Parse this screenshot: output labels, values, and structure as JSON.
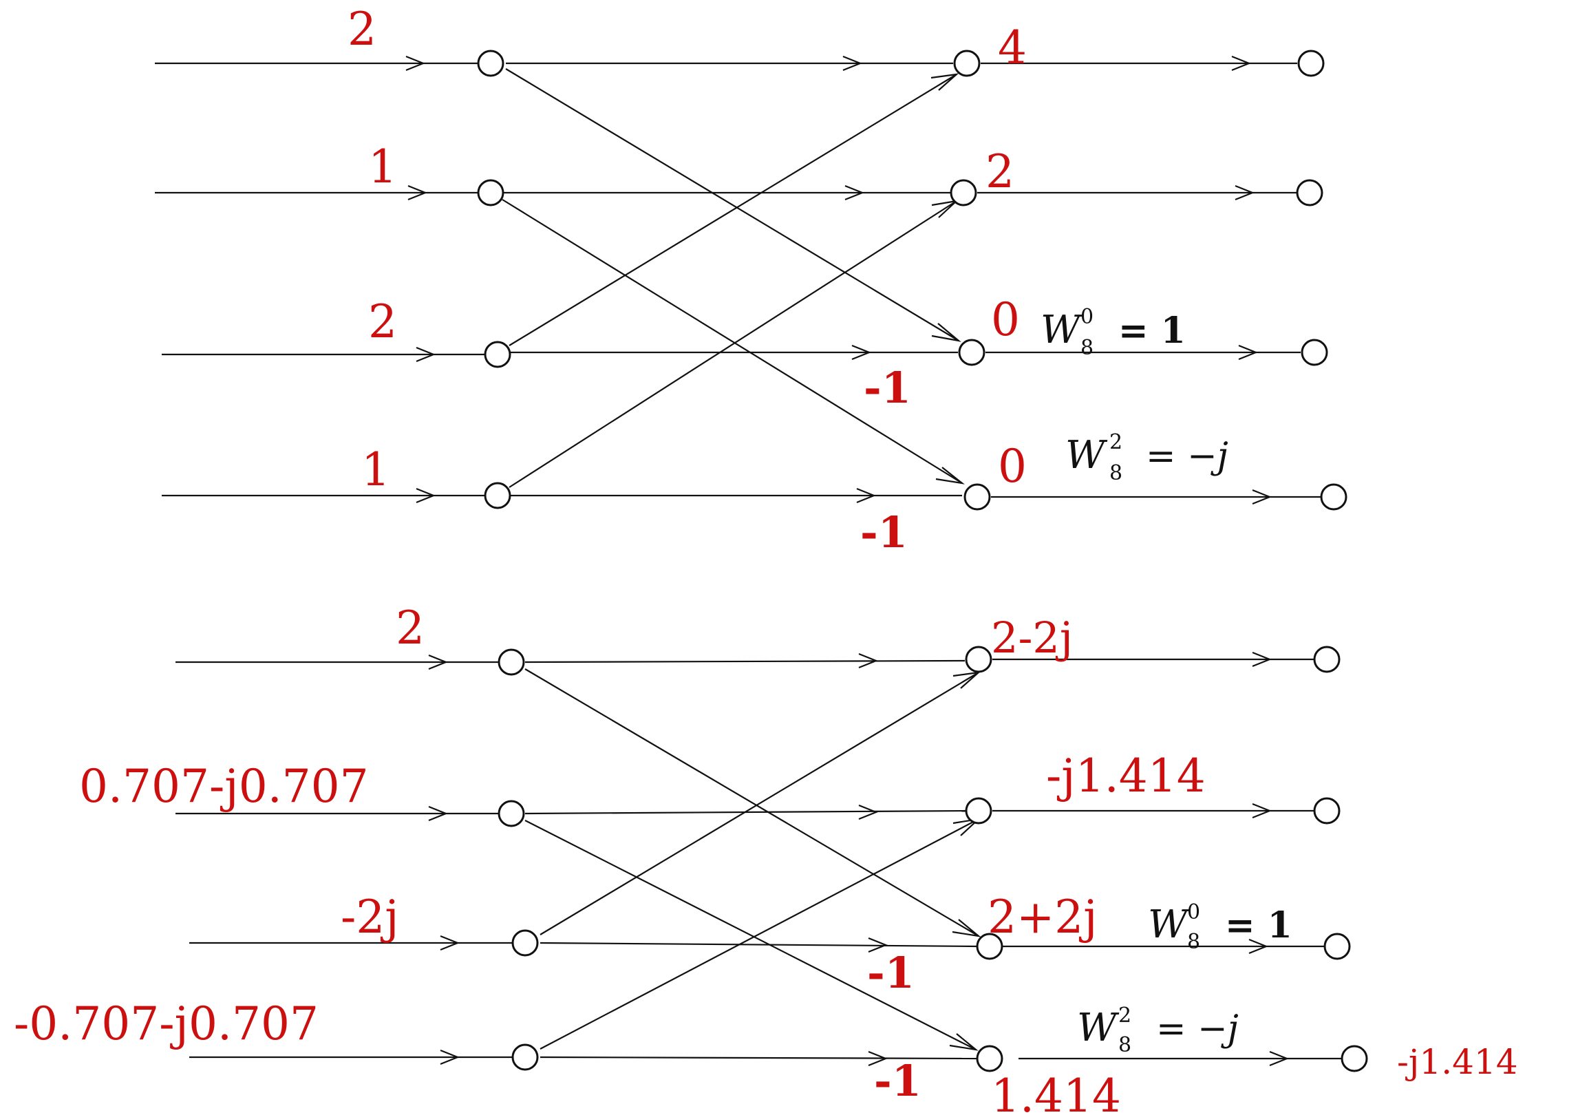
{
  "diagrams": [
    {
      "inputs": [
        "2",
        "1",
        "2",
        "1"
      ],
      "outputs": [
        "4",
        "2",
        "0",
        "0"
      ],
      "neg_labels": [
        "-1",
        "-1"
      ],
      "twiddles": [
        {
          "base": "W",
          "sub": "8",
          "sup": "0",
          "rhs": "= 1"
        },
        {
          "base": "W",
          "sub": "8",
          "sup": "2",
          "rhs": "= −j"
        }
      ]
    },
    {
      "inputs": [
        "2",
        "0.707-j0.707",
        "-2j",
        "-0.707-j0.707"
      ],
      "outputs": [
        "2-2j",
        "-j1.414",
        "2+2j",
        ""
      ],
      "neg_labels": [
        "-1",
        "-1"
      ],
      "twiddles": [
        {
          "base": "W",
          "sub": "8",
          "sup": "0",
          "rhs": "= 1"
        },
        {
          "base": "W",
          "sub": "8",
          "sup": "2",
          "rhs": "= −j"
        }
      ],
      "bottom_value": "1.414",
      "final_output": "-j1.414"
    }
  ]
}
